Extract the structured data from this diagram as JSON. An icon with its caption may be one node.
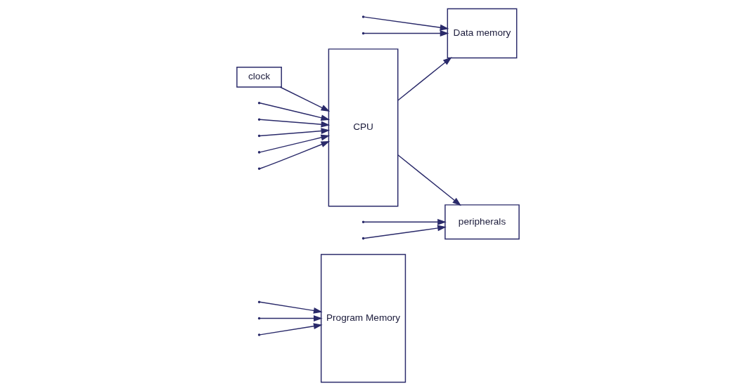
{
  "diagram": {
    "nodes": [
      {
        "text": [
          "Program Memory"
        ]
      },
      {
        "text": [
          "CPU"
        ]
      },
      {
        "text": [
          "clock"
        ]
      },
      {
        "text": [
          "Data memory"
        ]
      },
      {
        "text": [
          "peripherals"
        ]
      }
    ],
    "edges": [
      {
        "from": null,
        "to": 1,
        "arrow": "to"
      },
      {
        "from": null,
        "to": 0,
        "arrow": "to"
      },
      {
        "from": null,
        "to": 1,
        "arrow": "to"
      },
      {
        "from": null,
        "to": 0,
        "arrow": "to"
      },
      {
        "from": null,
        "to": 1,
        "arrow": "to"
      },
      {
        "from": null,
        "to": 0,
        "arrow": "to"
      },
      {
        "from": 2,
        "to": 1,
        "arrow": "to"
      },
      {
        "from": 1,
        "to": 3,
        "arrow": "to"
      },
      {
        "from": 1,
        "to": 4,
        "arrow": "to"
      },
      {
        "from": null,
        "to": 1,
        "arrow": "to"
      },
      {
        "from": null,
        "to": 3,
        "arrow": "to"
      },
      {
        "from": null,
        "to": 4,
        "arrow": "to"
      },
      {
        "from": null,
        "to": 1,
        "arrow": "to"
      },
      {
        "from": null,
        "to": 3,
        "arrow": "to"
      },
      {
        "from": null,
        "to": 4,
        "arrow": "to"
      }
    ]
  }
}
